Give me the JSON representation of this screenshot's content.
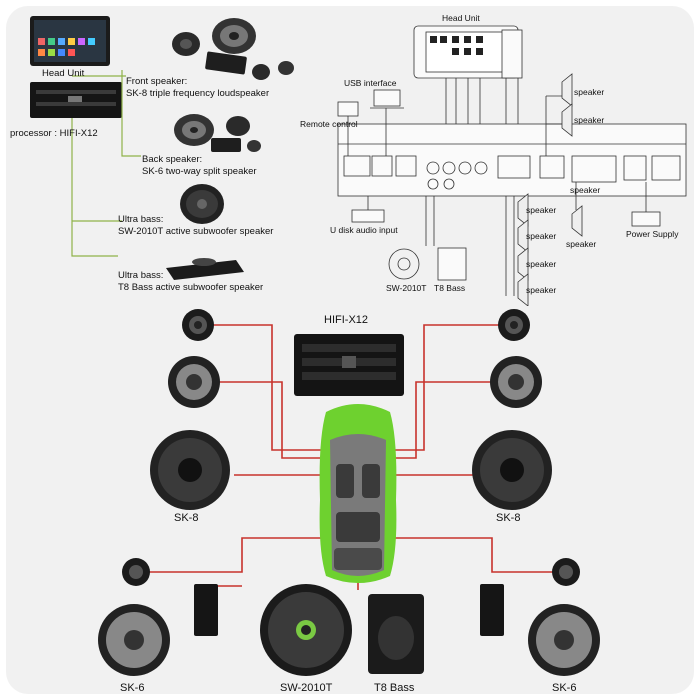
{
  "overview": {
    "head_unit": "Head Unit",
    "processor_prefix": "processor :",
    "processor_model": "HIFI-X12",
    "front_title": "Front speaker:",
    "front_desc": "SK-8 triple frequency loudspeaker",
    "back_title": "Back speaker:",
    "back_desc": "SK-6 two-way split speaker",
    "ultra1_title": "Ultra bass:",
    "ultra1_desc": "SW-2010T active subwoofer speaker",
    "ultra2_title": "Ultra bass:",
    "ultra2_desc": "T8 Bass active subwoofer speaker"
  },
  "wiring": {
    "head_unit": "Head Unit",
    "usb_interface": "USB interface",
    "remote_control": "Remote control",
    "u_disk": "U disk audio input",
    "sw_label": "SW-2010T",
    "t8_label": "T8 Bass",
    "power_supply": "Power Supply",
    "speaker_labels": [
      "speaker",
      "speaker",
      "speaker",
      "speaker",
      "speaker",
      "speaker",
      "speaker",
      "speaker"
    ]
  },
  "car_layout": {
    "amp_label": "HIFI-X12",
    "sk8_left": "SK-8",
    "sk8_right": "SK-8",
    "sk6_left": "SK-6",
    "sk6_right": "SK-6",
    "sw_label": "SW-2010T",
    "t8_label": "T8 Bass"
  },
  "colors": {
    "wire": "#c8332c",
    "car_body": "#6ed12f",
    "background": "#f1f1f1"
  }
}
